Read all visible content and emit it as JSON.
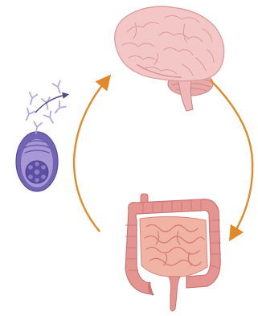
{
  "figure": {
    "elements": [
      {
        "id": "brain",
        "icon": "brain-icon"
      },
      {
        "id": "intestines",
        "icon": "intestines-icon"
      },
      {
        "id": "immune-cell",
        "icon": "immune-cell-secreting-antibodies-icon"
      }
    ],
    "cycle_arrows": [
      {
        "id": "brain-to-gut",
        "direction": "clockwise",
        "icon": "curved-arrow-icon"
      },
      {
        "id": "gut-to-brain",
        "direction": "clockwise",
        "icon": "curved-arrow-icon"
      },
      {
        "id": "antibody-release",
        "icon": "small-arrow-icon"
      }
    ],
    "colors": {
      "arrow": "#e08a2a",
      "brain": "#f2c4c4",
      "brain_outline": "#dd9f9f",
      "intestine": "#e59591",
      "intestine_inner": "#f1b3a4",
      "cell": "#7365b3",
      "cell_fill": "#a898d6",
      "antibody": "#b7a8dc"
    }
  }
}
